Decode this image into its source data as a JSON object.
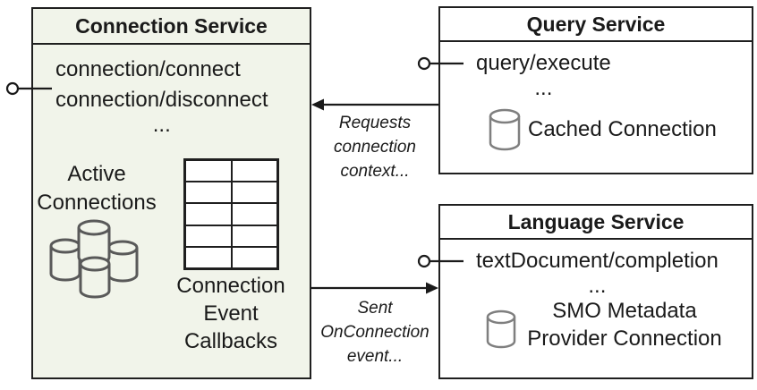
{
  "colors": {
    "page_background": "#ffffff",
    "connection_box_fill": "#f1f4ea",
    "service_box_fill": "#ffffff",
    "border": "#1f1f1f",
    "text": "#1a1a1a",
    "cluster_cylinder_stroke": "#595959",
    "small_cylinder_stroke": "#7f7f7f"
  },
  "connection_service": {
    "title": "Connection Service",
    "methods": [
      "connection/connect",
      "connection/disconnect"
    ],
    "ellipsis": "...",
    "active_connections_label": [
      "Active",
      "Connections"
    ],
    "callbacks_label": [
      "Connection",
      "Event",
      "Callbacks"
    ]
  },
  "query_service": {
    "title": "Query Service",
    "methods": [
      "query/execute"
    ],
    "ellipsis": "...",
    "cached_connection_label": "Cached Connection"
  },
  "language_service": {
    "title": "Language Service",
    "methods": [
      "textDocument/completion"
    ],
    "ellipsis": "...",
    "provider_label": [
      "SMO Metadata",
      "Provider Connection"
    ]
  },
  "connectors": {
    "requests_label": [
      "Requests",
      "connection",
      "context..."
    ],
    "sent_label": [
      "Sent",
      "OnConnection",
      "event..."
    ]
  },
  "icons": {
    "interface_lollipop": "circle-on-stick connector (JSON-RPC endpoint)",
    "database_cluster": "four gray cylinders (active connections)",
    "database_cylinder": "single gray cylinder (connection)",
    "table_grid": "2x5 empty table (event callbacks)",
    "arrow": "solid black arrow"
  }
}
